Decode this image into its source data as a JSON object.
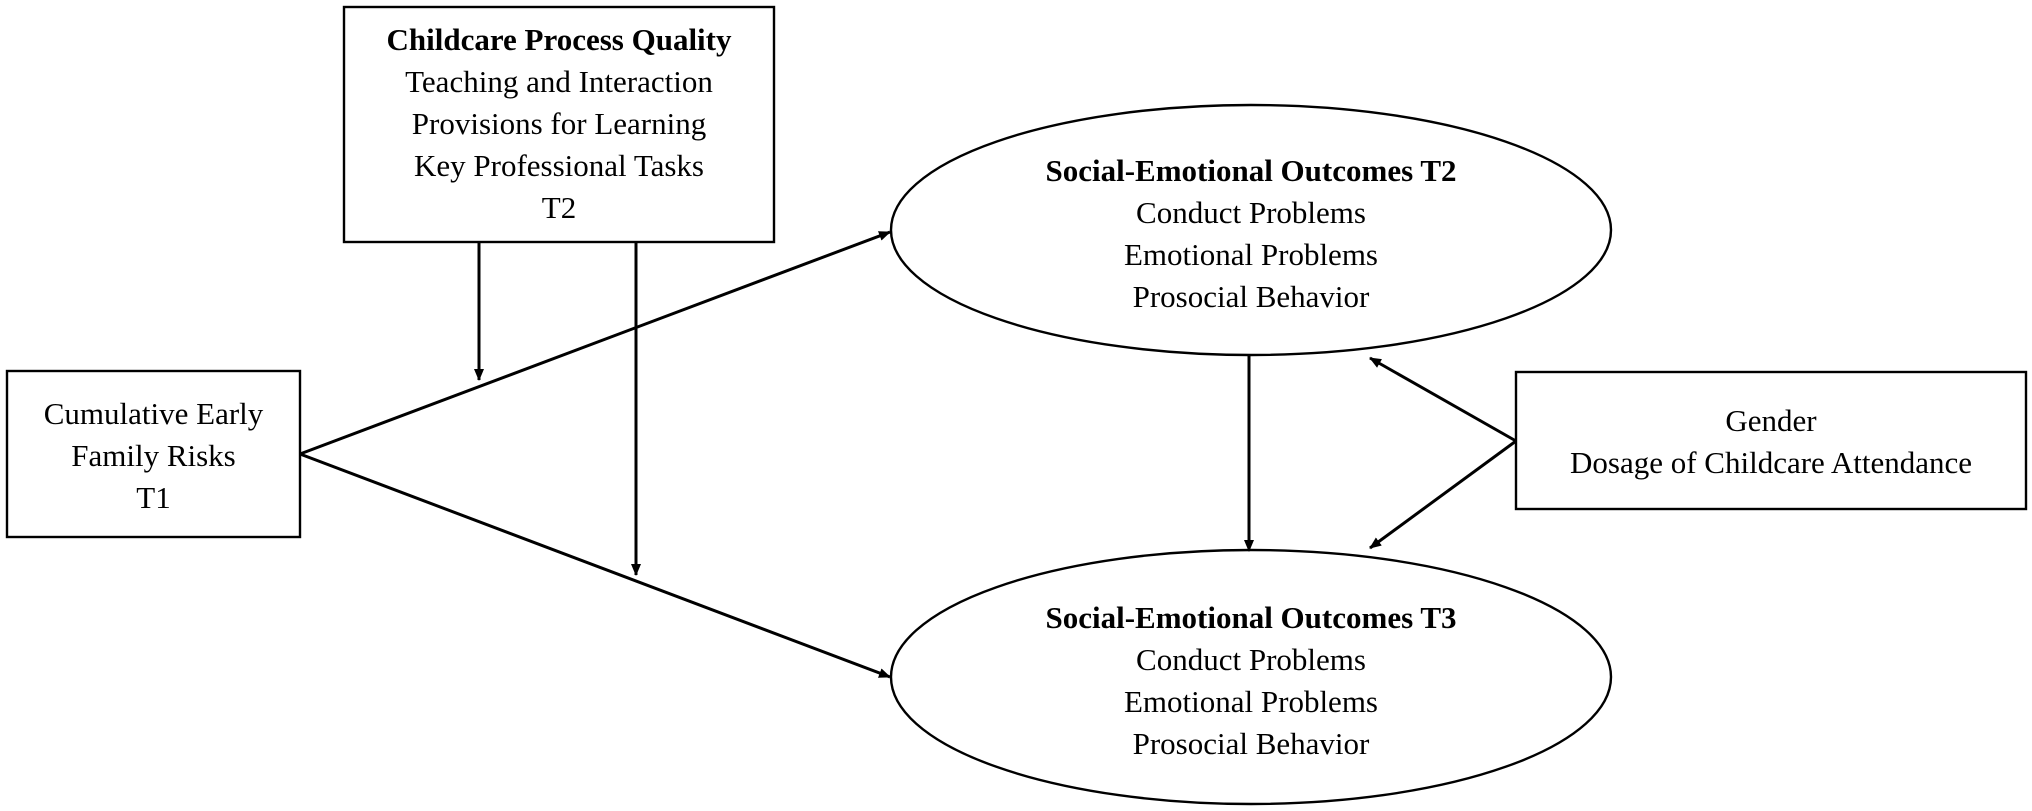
{
  "process_quality": {
    "title": "Childcare Process Quality",
    "line1": "Teaching and Interaction",
    "line2": "Provisions for Learning",
    "line3": "Key Professional Tasks",
    "line4": "T2"
  },
  "risks": {
    "line1": "Cumulative Early",
    "line2": "Family Risks",
    "line3": "T1"
  },
  "outcomes_t2": {
    "title": "Social-Emotional Outcomes T2",
    "line1": "Conduct Problems",
    "line2": "Emotional Problems",
    "line3": "Prosocial Behavior"
  },
  "outcomes_t3": {
    "title": "Social-Emotional Outcomes T3",
    "line1": "Conduct Problems",
    "line2": "Emotional Problems",
    "line3": "Prosocial Behavior"
  },
  "covariates": {
    "line1": "Gender",
    "line2": "Dosage of Childcare Attendance"
  },
  "edges": [
    {
      "from": "risks",
      "to": "outcomes_t2"
    },
    {
      "from": "risks",
      "to": "outcomes_t3"
    },
    {
      "from": "process_quality",
      "to": "risks_to_outcomes_t2_path"
    },
    {
      "from": "process_quality",
      "to": "risks_to_outcomes_t3_path"
    },
    {
      "from": "outcomes_t2",
      "to": "outcomes_t3"
    },
    {
      "from": "covariates",
      "to": "outcomes_t2"
    },
    {
      "from": "covariates",
      "to": "outcomes_t3"
    }
  ],
  "colors": {
    "stroke": "#000000",
    "background": "#ffffff"
  }
}
